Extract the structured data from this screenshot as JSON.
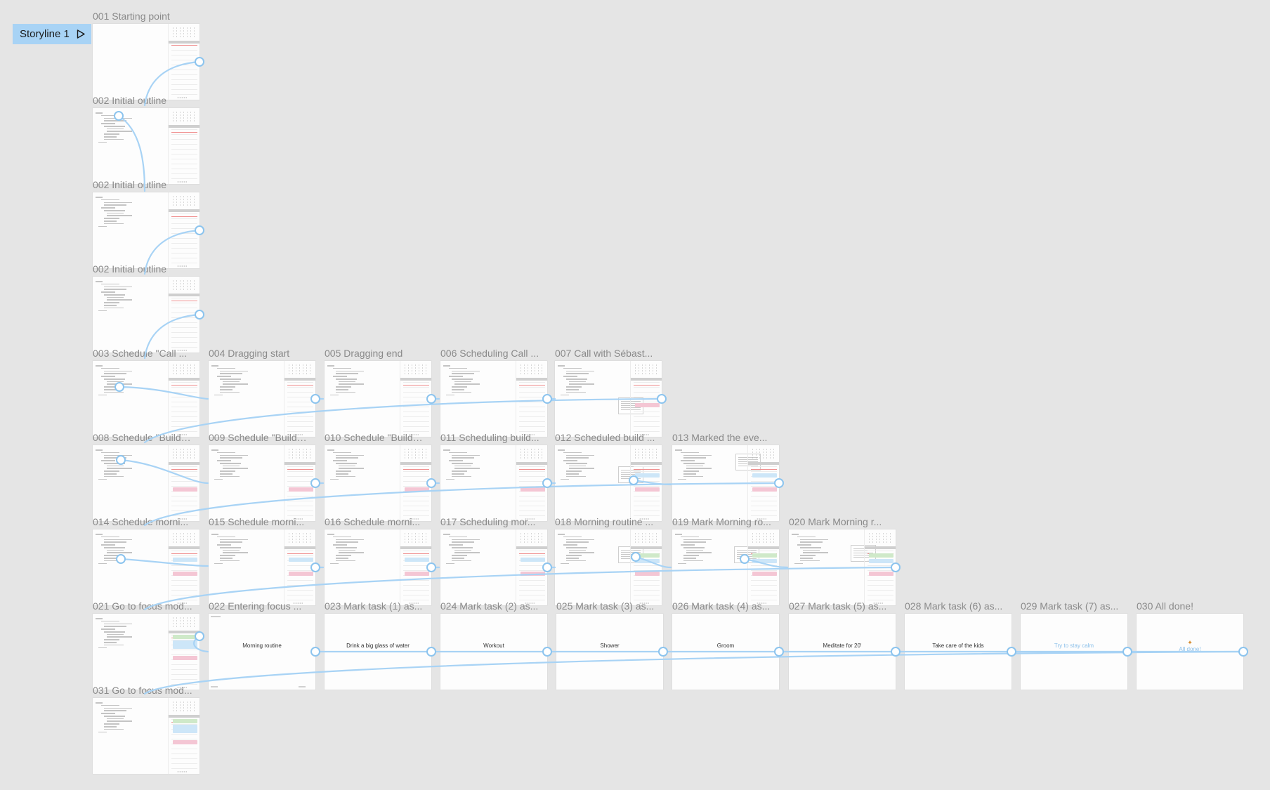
{
  "storyline": {
    "label": "Storyline 1",
    "icon": "play-icon"
  },
  "colors": {
    "canvas": "#e5e5e5",
    "connector": "#a8d3f5",
    "storyline_bg": "#a8d3f5"
  },
  "frames": [
    {
      "label": "001 Starting point"
    },
    {
      "label": "002 Initial outline"
    },
    {
      "label": "002 Initial outline"
    },
    {
      "label": "002 Initial outline"
    },
    {
      "label": "003 Schedule \"Call ..."
    },
    {
      "label": "004 Dragging start"
    },
    {
      "label": "005 Dragging end"
    },
    {
      "label": "006 Scheduling Call ..."
    },
    {
      "label": "007 Call with Sébast..."
    },
    {
      "label": "008 Schedule \"Build ..."
    },
    {
      "label": "009 Schedule \"Build ..."
    },
    {
      "label": "010 Schedule \"Build ..."
    },
    {
      "label": "011 Scheduling build..."
    },
    {
      "label": "012 Scheduled build ..."
    },
    {
      "label": "013 Marked the eve..."
    },
    {
      "label": "014 Schedule morni..."
    },
    {
      "label": "015 Schedule morni..."
    },
    {
      "label": "016 Schedule morni..."
    },
    {
      "label": "017 Scheduling mor..."
    },
    {
      "label": "018 Morning routine ..."
    },
    {
      "label": "019 Mark Morning ro..."
    },
    {
      "label": "020 Mark Morning r..."
    },
    {
      "label": "021 Go to focus mod..."
    },
    {
      "label": "022 Entering focus ...",
      "text": "Morning routine"
    },
    {
      "label": "023 Mark task (1) as...",
      "text": "Drink a big glass of water"
    },
    {
      "label": "024 Mark task (2) as...",
      "text": "Workout"
    },
    {
      "label": "025 Mark task (3) as...",
      "text": "Shower"
    },
    {
      "label": "026 Mark task (4) as...",
      "text": "Groom"
    },
    {
      "label": "027 Mark task (5) as...",
      "text": "Meditate for 20'"
    },
    {
      "label": "028 Mark task (6) as...",
      "text": "Take care of the kids"
    },
    {
      "label": "029 Mark task (7) as...",
      "text": "Try to stay calm"
    },
    {
      "label": "030 All done!",
      "text": "All done!",
      "icon": "party-popper-icon"
    },
    {
      "label": "031 Go to focus mod..."
    }
  ]
}
